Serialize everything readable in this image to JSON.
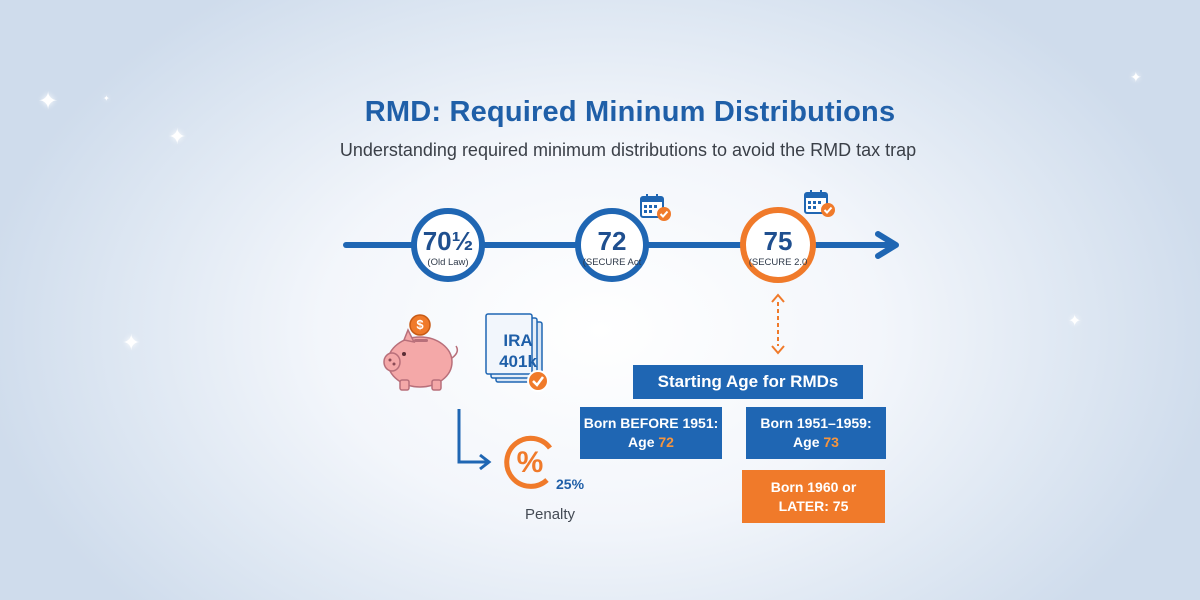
{
  "title": "RMD: Required Mininum Distributions",
  "subtitle": "Understanding required minimum distributions to avoid the RMD tax trap",
  "timeline": {
    "nodes": [
      {
        "age": "70½",
        "sub": "(Old Law)"
      },
      {
        "age": "72",
        "sub": "(SECURE Act"
      },
      {
        "age": "75",
        "sub": "(SECURE 2.0"
      }
    ]
  },
  "accounts": {
    "line1": "IRA",
    "line2": "401k"
  },
  "coin_symbol": "$",
  "penalty": {
    "symbol": "%",
    "percent": "25%",
    "label": "Penalty"
  },
  "starting_age": {
    "heading": "Starting Age for RMDs",
    "before": {
      "line1": "Born BEFORE 1951:",
      "prefix": "Age ",
      "age": "72"
    },
    "mid": {
      "line1": "Born 1951–1959:",
      "prefix": "Age ",
      "age": "73"
    },
    "later": {
      "line1": "Born 1960 or",
      "line2": "LATER: 75"
    }
  },
  "colors": {
    "blue": "#1f66b3",
    "orange": "#f07a2a",
    "pig": "#f4a8a8"
  },
  "icons": [
    "piggy-bank-icon",
    "dollar-coin-icon",
    "document-stack-icon",
    "checkmark-badge-icon",
    "calendar-check-icon",
    "percent-icon",
    "down-right-arrow-icon",
    "sparkle-icon"
  ]
}
